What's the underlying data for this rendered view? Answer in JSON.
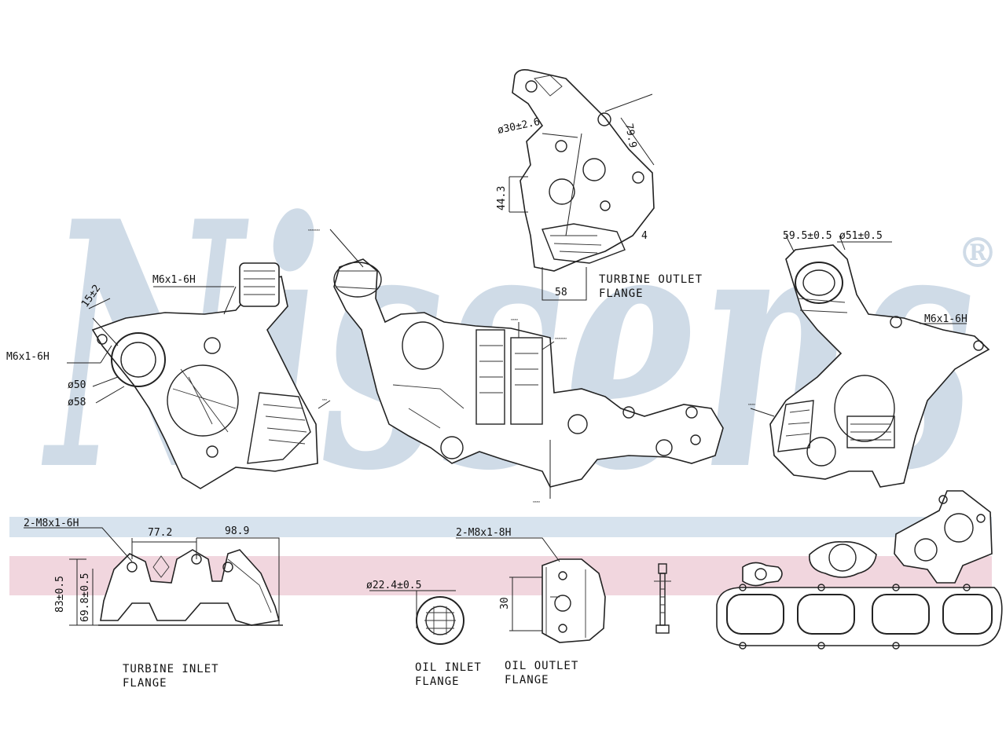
{
  "brand": {
    "watermark": "Nissens",
    "registered_mark": "®",
    "watermark_color": "#cfdbe7",
    "band_blue_color": "#d7e3ee",
    "band_pink_color": "#f1d6de"
  },
  "views": {
    "left": {
      "thread_top": "M6x1-6H",
      "angle": "15±2",
      "thread_side": "M6x1-6H",
      "dia_inner": "ø50",
      "dia_outer": "ø58"
    },
    "top": {
      "dia_holes": "ø30±2.6",
      "dim_width": "79.9",
      "dim_height": "44.3",
      "dim_base": "58",
      "dim_small": "4"
    },
    "right": {
      "dim_a": "59.5±0.5",
      "dim_b": "ø51±0.5",
      "thread": "M6x1-6H"
    },
    "bottom_left": {
      "thread": "2-M8x1-6H",
      "dim_a": "77.2",
      "dim_b": "98.9",
      "dim_v1": "83±0.5",
      "dim_v2": "69.8±0.5"
    },
    "oil": {
      "dia": "ø22.4±0.5",
      "thread": "2-M8x1-8H",
      "dim": "30"
    }
  },
  "captions": {
    "turbine_outlet": [
      "TURBINE OUTLET",
      "FLANGE"
    ],
    "turbine_inlet": [
      "TURBINE INLET",
      "FLANGE"
    ],
    "oil_inlet": [
      "OIL INLET",
      "FLANGE"
    ],
    "oil_outlet": [
      "OIL OUTLET",
      "FLANGE"
    ]
  }
}
